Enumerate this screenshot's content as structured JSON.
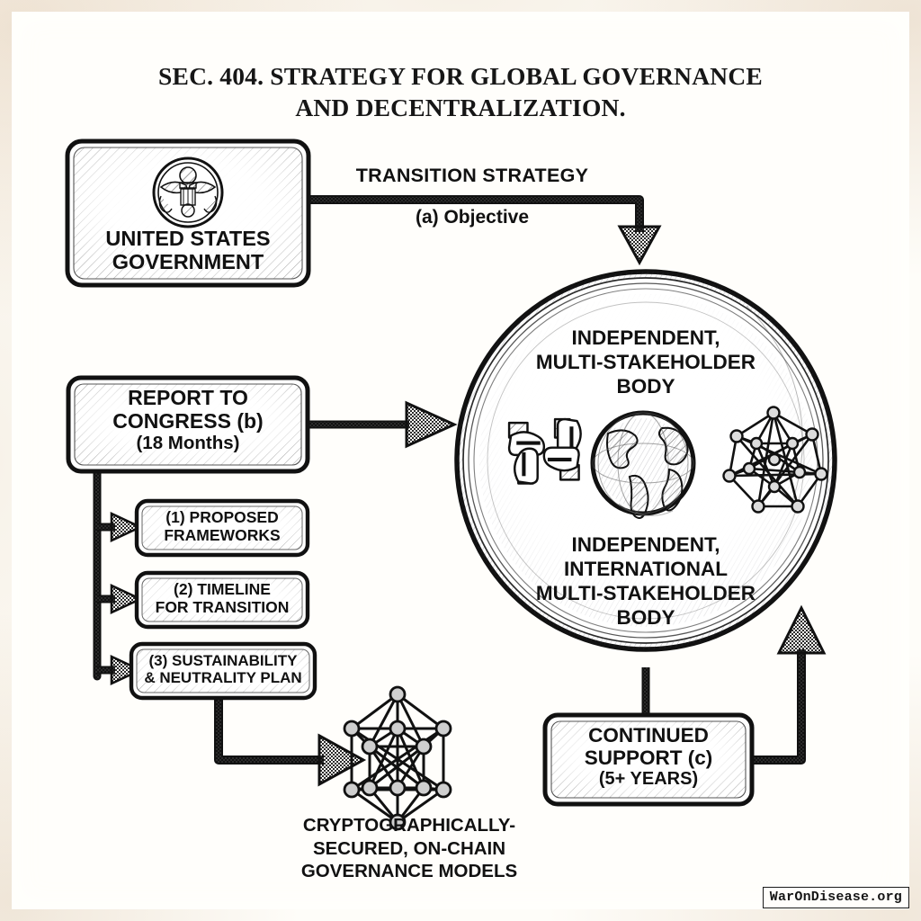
{
  "title": {
    "line1": "SEC. 404. STRATEGY FOR GLOBAL GOVERNANCE",
    "line2": "AND DECENTRALIZATION."
  },
  "nodes": {
    "us_government": {
      "line1": "UNITED STATES",
      "line2": "GOVERNMENT",
      "emblem": "great-seal-eagle"
    },
    "report_to_congress": {
      "line1": "REPORT TO",
      "line2": "CONGRESS (b)",
      "line3": "(18 Months)"
    },
    "sub_items": [
      {
        "line1": "(1) PROPOSED",
        "line2": "FRAMEWORKS"
      },
      {
        "line1": "(2) TIMELINE",
        "line2": "FOR TRANSITION"
      },
      {
        "line1": "(3) SUSTAINABILITY",
        "line2": "& NEUTRALITY PLAN"
      }
    ],
    "continued_support": {
      "line1": "CONTINUED",
      "line2": "SUPPORT (c)",
      "line3": "(5+ YEARS)"
    },
    "global_body": {
      "top_line1": "INDEPENDENT,",
      "top_line2": "MULTI-STAKEHOLDER",
      "top_line3": "BODY",
      "bottom_line1": "INDEPENDENT,",
      "bottom_line2": "INTERNATIONAL",
      "bottom_line3": "MULTI-STAKEHOLDER",
      "bottom_line4": "BODY",
      "icons": [
        "interlocking-hands-icon",
        "globe-icon",
        "network-graph-icon"
      ]
    },
    "onchain_models": {
      "line1": "CRYPTOGRAPHICALLY-",
      "line2": "SECURED, ON-CHAIN",
      "line3": "GOVERNANCE MODELS",
      "icon": "blockchain-network-icon"
    }
  },
  "connectors": {
    "transition_strategy": "TRANSITION STRATEGY",
    "objective": "(a) Objective"
  },
  "watermark": "WarOnDisease.org",
  "colors": {
    "ink": "#111111",
    "paper": "#fffefb",
    "aged_edge": "#cdaa82"
  }
}
